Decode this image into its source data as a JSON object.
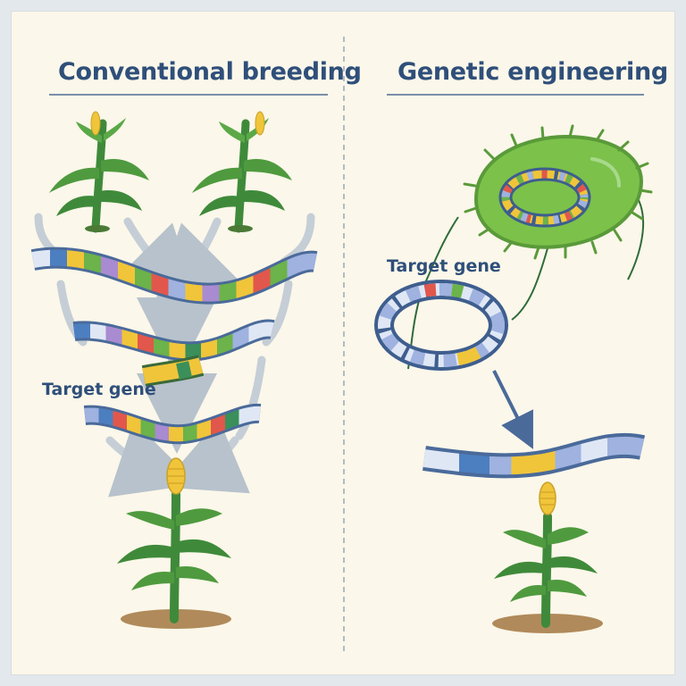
{
  "panels": {
    "left": {
      "title": "Conventional breeding",
      "target_label": "Target gene"
    },
    "right": {
      "title": "Genetic engineering",
      "target_label": "Target gene"
    }
  },
  "icons": [
    "corn-plant-icon",
    "dna-strand-icon",
    "bacterium-icon",
    "plasmid-ring-icon",
    "arrow-icon"
  ],
  "colors": {
    "title": "#2f4f7a",
    "plant_green": "#3f8a3a",
    "corn_yellow": "#f0c53a",
    "bacterium_green": "#7cc14a",
    "arrow_grey": "#b7c2cc",
    "arrow_blue": "#4a6a9a",
    "segment_palette": [
      "#4c7fc0",
      "#f0c53a",
      "#6bb34a",
      "#e2574c",
      "#a98bd1",
      "#9fb2e0",
      "#3a8f5a",
      "#f3e6a8"
    ]
  }
}
